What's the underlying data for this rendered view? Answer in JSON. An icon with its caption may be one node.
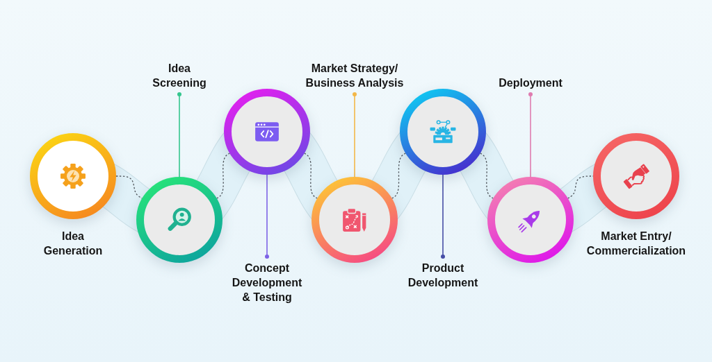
{
  "diagram": {
    "nodes": [
      {
        "text": [
          "Idea Generation"
        ]
      },
      {
        "text": [
          "Idea Screening"
        ]
      },
      {
        "text": [],
        "shape": "circle"
      },
      {
        "text": [],
        "shape": "circle"
      },
      {
        "text": [
          "Concept Development & Testing"
        ]
      },
      {
        "text": [
          "Market Strategy/ Business Analysis"
        ]
      },
      {
        "text": [],
        "shape": "circle"
      },
      {
        "text": [],
        "shape": "circle"
      },
      {
        "text": [
          "Product Development"
        ]
      },
      {
        "text": [
          "Deployment"
        ]
      },
      {
        "text": [],
        "shape": "circle"
      },
      {
        "text": [
          "Market Entry/ Commercialization"
        ]
      }
    ],
    "edges": [
      {
        "from": 0,
        "to": 2,
        "arrow": "none",
        "style": "dashed"
      },
      {
        "from": 2,
        "to": 3,
        "arrow": "none",
        "style": "dashed"
      },
      {
        "from": 3,
        "to": 6,
        "arrow": "none",
        "style": "dashed"
      },
      {
        "from": 6,
        "to": 7,
        "arrow": "none",
        "style": "dashed"
      },
      {
        "from": 7,
        "to": 10,
        "arrow": "none",
        "style": "dashed"
      },
      {
        "from": 10,
        "to": 11,
        "arrow": "none",
        "style": "dashed"
      },
      {
        "from": 1,
        "to": 2,
        "arrow": "other",
        "color": "#35c68e"
      },
      {
        "from": 4,
        "to": 3,
        "arrow": "other",
        "color": "#7d62e6"
      },
      {
        "from": 5,
        "to": 6,
        "arrow": "other",
        "color": "#f3b748"
      },
      {
        "from": 8,
        "to": 7,
        "arrow": "other",
        "color": "#474ea6"
      },
      {
        "from": 9,
        "to": 10,
        "arrow": "other",
        "color": "#df7cb0"
      }
    ]
  }
}
